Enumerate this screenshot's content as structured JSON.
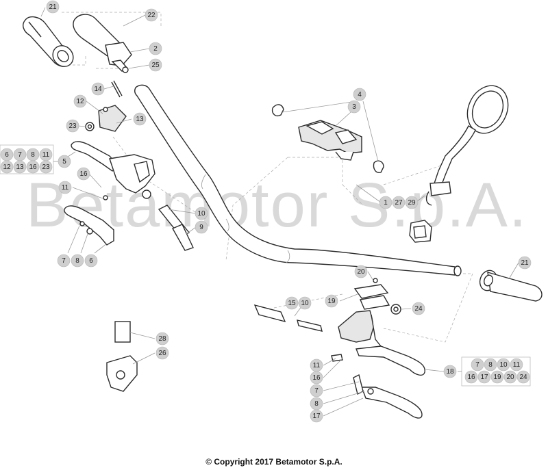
{
  "watermark": "Betamotor S.p.A.",
  "footer": "© Copyright 2017 Betamotor S.p.A.",
  "callouts": [
    "21",
    "22",
    "2",
    "25",
    "14",
    "12",
    "13",
    "23",
    "5",
    "16",
    "11",
    "10",
    "9",
    "7",
    "8",
    "6",
    "4",
    "3",
    "1",
    "27",
    "29",
    "21",
    "20",
    "19",
    "24",
    "15",
    "10",
    "11",
    "16",
    "18",
    "7",
    "8",
    "17",
    "28",
    "26"
  ],
  "groups": [
    [
      "6",
      "7",
      "8",
      "11",
      "12",
      "13",
      "16",
      "23"
    ],
    [
      "7",
      "8",
      "10",
      "11",
      "16",
      "17",
      "19",
      "20",
      "24"
    ]
  ]
}
